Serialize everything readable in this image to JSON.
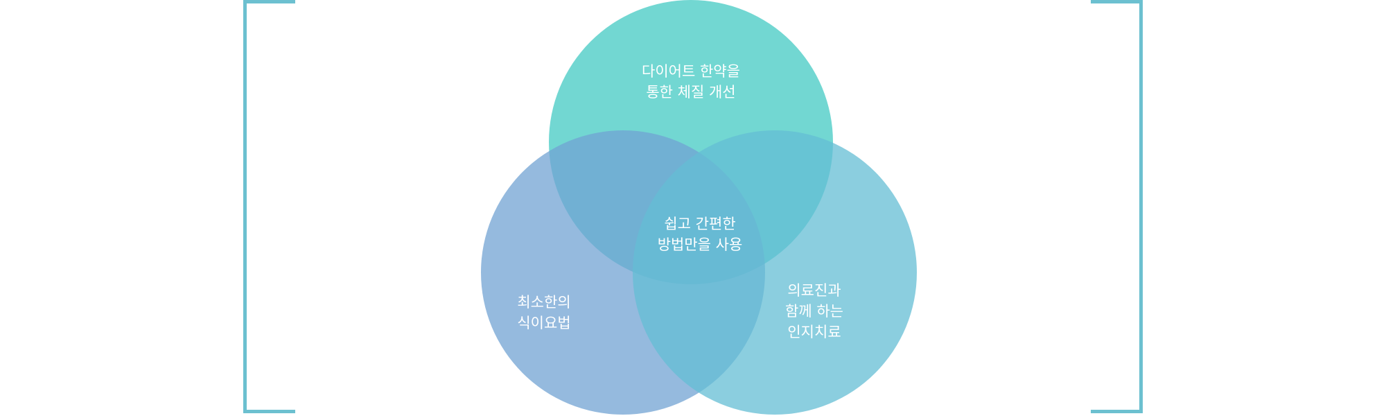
{
  "diagram": {
    "top_circle": {
      "line1": "다이어트 한약을",
      "line2": "통한 체질 개선"
    },
    "center": {
      "line1": "쉽고 간편한",
      "line2": "방법만을 사용"
    },
    "left_circle": {
      "line1": "최소한의",
      "line2": "식이요법"
    },
    "right_circle": {
      "line1": "의료진과",
      "line2": "함께 하는",
      "line3": "인지치료"
    }
  },
  "colors": {
    "bracket": "#6cc0d0",
    "top_circle": "#5ed2cc",
    "left_circle": "#71a3d3",
    "right_circle": "#64bed4",
    "text": "#ffffff"
  }
}
